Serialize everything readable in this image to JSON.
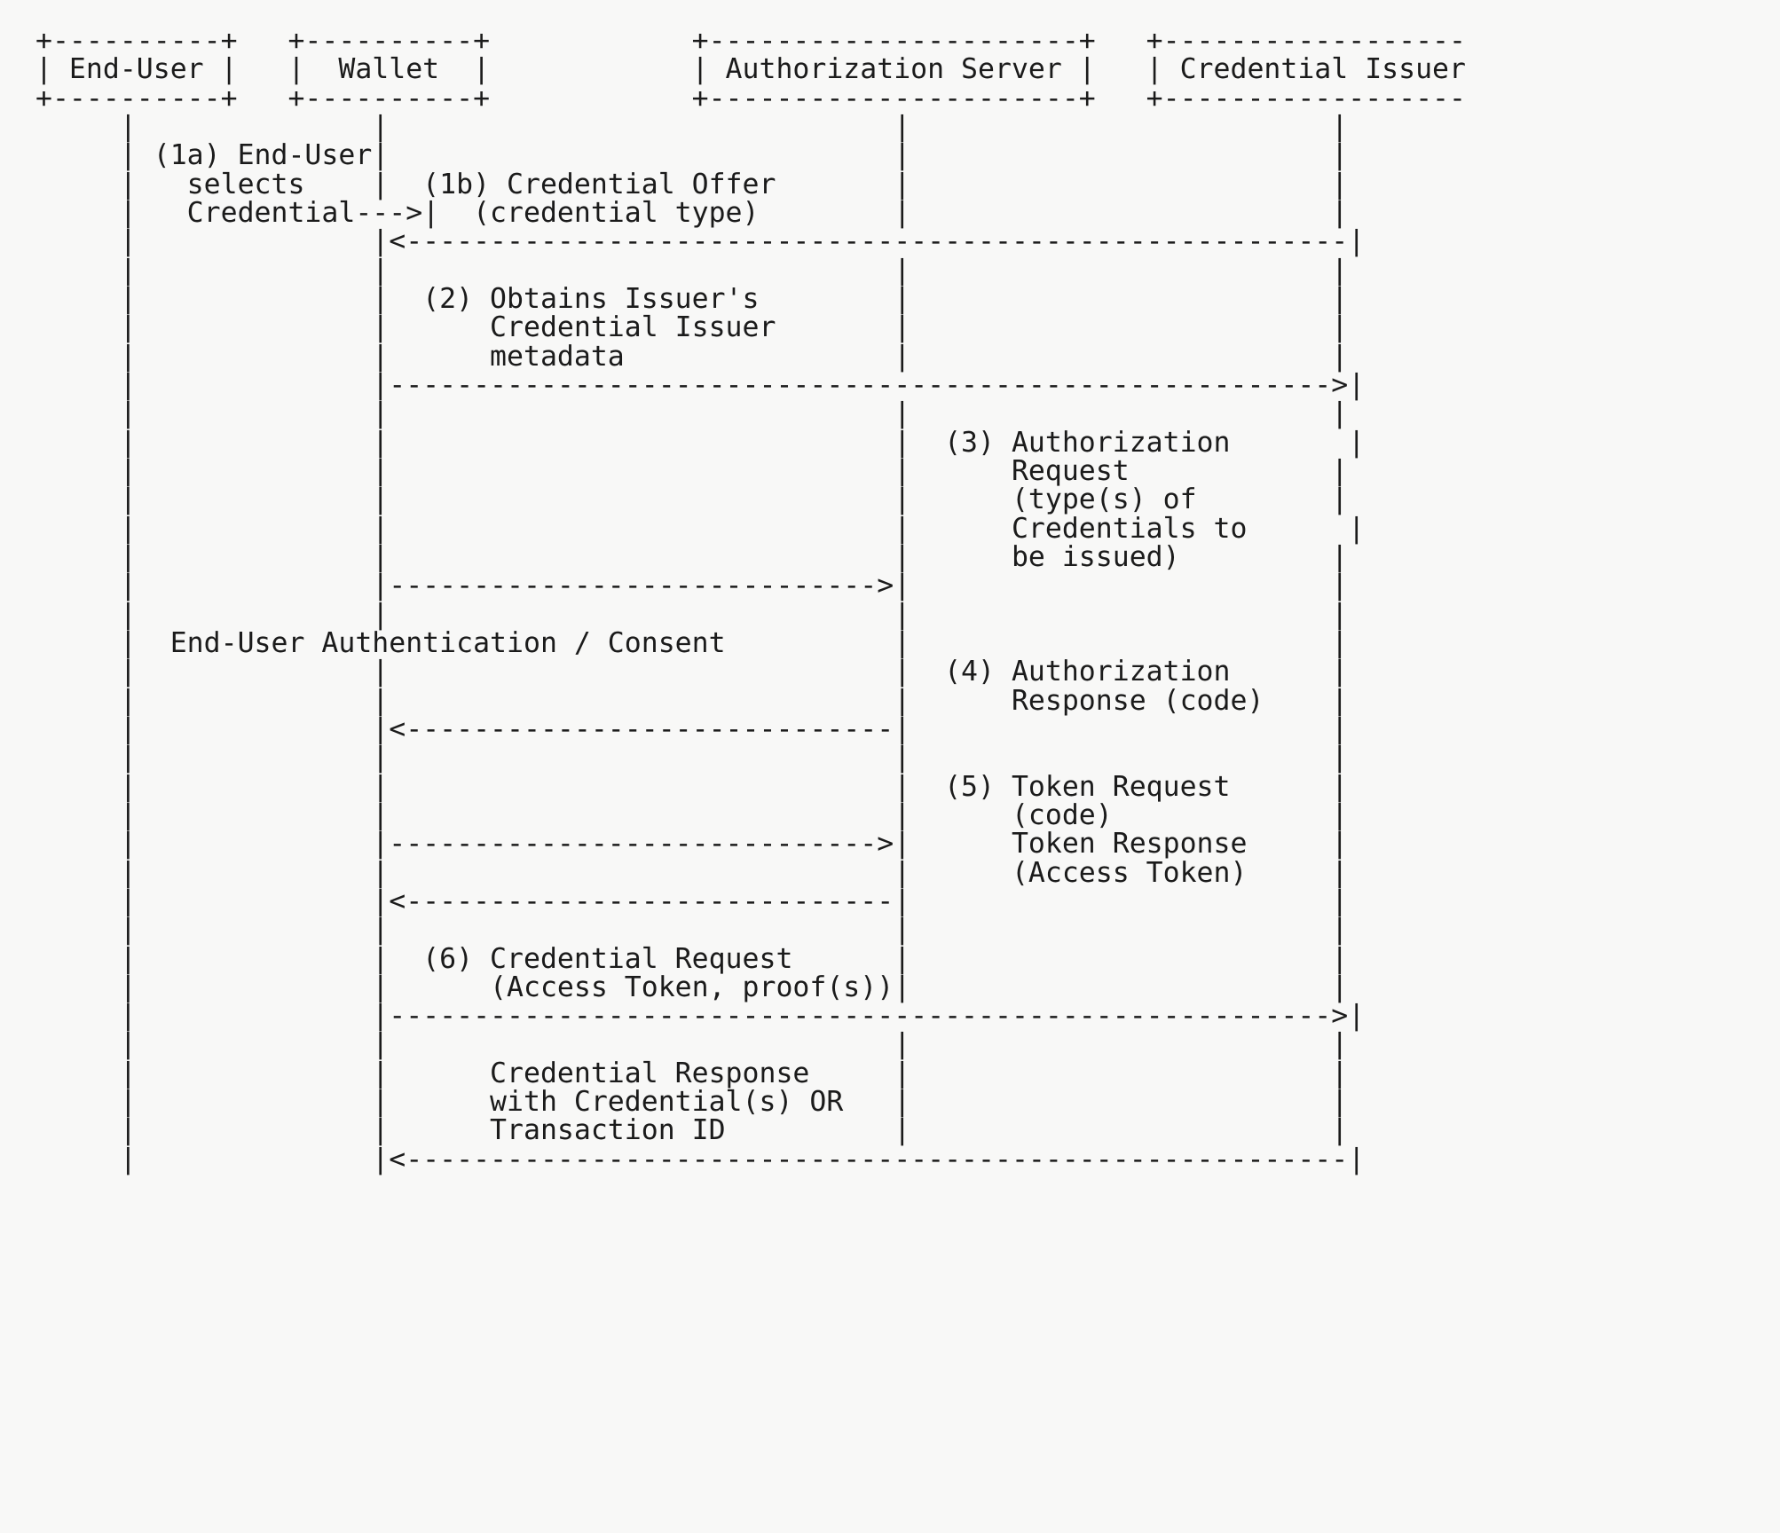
{
  "diagram": {
    "title": "Credential Issuance Flow Sequence Diagram",
    "kind": "ascii-sequence-diagram",
    "background_color": "#f8f8f7",
    "text_color": "#1b1b1b",
    "participants": [
      {
        "name": "End-User",
        "box_label": "| End-User |",
        "lifeline_column": 4
      },
      {
        "name": "Wallet",
        "box_label": "|  Wallet  |",
        "lifeline_column": 19
      },
      {
        "name": "Authorization Server",
        "box_label": "| Authorization Server |",
        "lifeline_column": 46
      },
      {
        "name": "Credential Issuer",
        "box_label": "| Credential Issuer |",
        "lifeline_column": 69
      }
    ],
    "steps": [
      {
        "id": "1a",
        "label": "(1a) End-User selects Credential--->",
        "from": "End-User",
        "to": "Wallet"
      },
      {
        "id": "1b",
        "label": "(1b) Credential Offer (credential type)",
        "from": "Credential Issuer",
        "to": "Wallet",
        "direction": "left"
      },
      {
        "id": "2",
        "label": "(2) Obtains Issuer's Credential Issuer metadata",
        "from": "Wallet",
        "to": "Credential Issuer",
        "direction": "right"
      },
      {
        "id": "3",
        "label": "(3) Authorization Request (type(s) of Credentials to be issued)",
        "from": "Wallet",
        "to": "Authorization Server",
        "direction": "right"
      },
      {
        "id": "auth",
        "label": "End-User Authentication / Consent",
        "from": "End-User",
        "to": "Authorization Server"
      },
      {
        "id": "4",
        "label": "(4) Authorization Response (code)",
        "from": "Authorization Server",
        "to": "Wallet",
        "direction": "left"
      },
      {
        "id": "5",
        "label": "(5) Token Request (code) Token Response (Access Token)",
        "from": "Wallet",
        "to": "Authorization Server",
        "direction": "both"
      },
      {
        "id": "6",
        "label": "(6) Credential Request (Access Token, proof(s))",
        "from": "Wallet",
        "to": "Credential Issuer",
        "direction": "right"
      },
      {
        "id": "7",
        "label": "Credential Response with Credential(s) OR Transaction ID",
        "from": "Credential Issuer",
        "to": "Wallet",
        "direction": "left"
      }
    ],
    "art": "+----------+   +----------+            +----------------------+   +------------------\n| End-User |   |  Wallet  |            | Authorization Server |   | Credential Issuer\n+----------+   +----------+            +----------------------+   +------------------\n     |              |                              |                         |\n     | (1a) End-User|                              |                         |\n     |   selects    |  (1b) Credential Offer       |                         |\n     |   Credential--->|  (credential type)        |                         |\n     |              |<--------------------------------------------------------|\n     |              |                              |                         |\n     |              |  (2) Obtains Issuer's        |                         |\n     |              |      Credential Issuer       |                         |\n     |              |      metadata                |                         |\n     |              |-------------------------------------------------------->|\n     |              |                              |                         |\n     |              |                              |  (3) Authorization       |\n     |              |                              |      Request            |\n     |              |                              |      (type(s) of        |\n     |              |                              |      Credentials to      |\n     |              |                              |      be issued)         |\n     |              |----------------------------->|                         |\n     |              |                              |                         |\n     |  End-User Authentication / Consent          |                         |\n     |              |                              |  (4) Authorization      |\n     |              |                              |      Response (code)    |\n     |              |<-----------------------------|                         |\n     |              |                              |                         |\n     |              |                              |  (5) Token Request      |\n     |              |                              |      (code)             |\n     |              |----------------------------->|      Token Response     |\n     |              |                              |      (Access Token)     |\n     |              |<-----------------------------|                         |\n     |              |                              |                         |\n     |              |  (6) Credential Request      |                         |\n     |              |      (Access Token, proof(s))|                         |\n     |              |-------------------------------------------------------->|\n     |              |                              |                         |\n     |              |      Credential Response     |                         |\n     |              |      with Credential(s) OR   |                         |\n     |              |      Transaction ID          |                         |\n     |              |<--------------------------------------------------------|"
  }
}
